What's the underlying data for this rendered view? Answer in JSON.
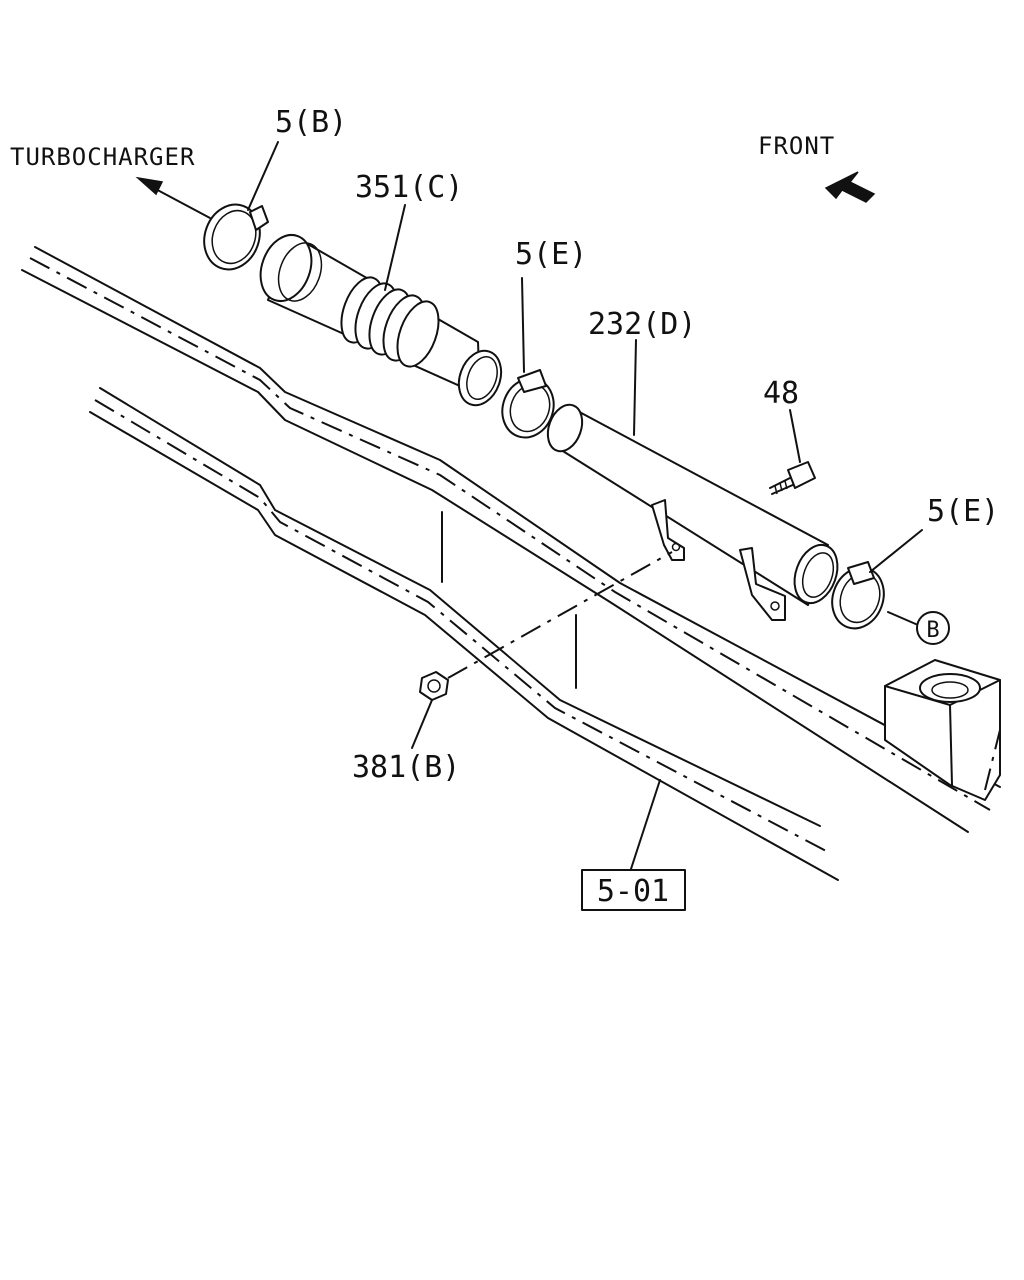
{
  "labels": {
    "turbocharger": "TURBOCHARGER",
    "front": "FRONT",
    "clamp_b": "5(B)",
    "hose_351c": "351(C)",
    "clamp_e_upper": "5(E)",
    "pipe_232d": "232(D)",
    "bolt_48": "48",
    "clamp_e_lower": "5(E)",
    "circle_b": "B",
    "nut_381b": "381(B)",
    "ref_box": "5-01"
  },
  "colors": {
    "line": "#111111",
    "background": "#ffffff"
  }
}
